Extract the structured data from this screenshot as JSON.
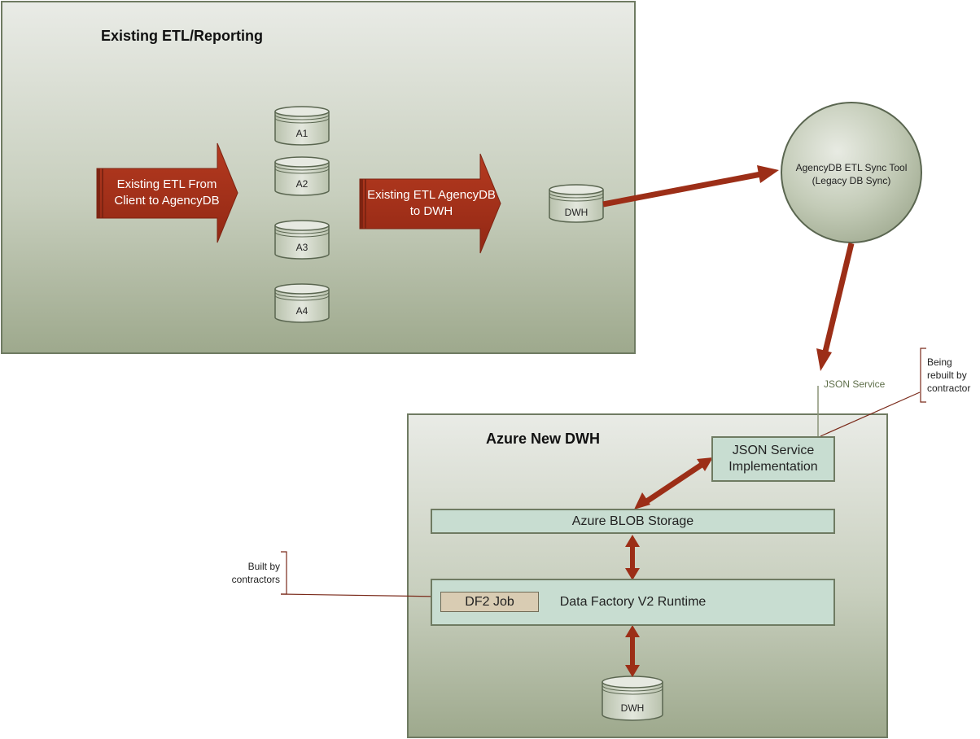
{
  "existing_panel": {
    "title": "Existing ETL/Reporting"
  },
  "azure_panel": {
    "title": "Azure New DWH"
  },
  "arrows": {
    "etl_client": "Existing ETL From Client to AgencyDB",
    "etl_dwh": "Existing ETL AgencyDB to DWH"
  },
  "databases": {
    "a1": "A1",
    "a2": "A2",
    "a3": "A3",
    "a4": "A4",
    "dwh_legacy": "DWH",
    "dwh_azure": "DWH"
  },
  "sync_tool": {
    "label": "AgencyDB ETL Sync Tool (Legacy DB Sync)"
  },
  "json_service": {
    "interface_label": "JSON Service",
    "implementation": "JSON Service Implementation"
  },
  "blob_storage": "Azure BLOB Storage",
  "data_factory": {
    "runtime": "Data Factory V2 Runtime",
    "job": "DF2 Job"
  },
  "notes": {
    "rebuilt": "Being rebuilt by contractor",
    "built": "Built by contractors"
  },
  "colors": {
    "arrow": "#a63019",
    "panel_border": "#6f7b62",
    "box_fill": "#c8ddd1",
    "job_fill": "#d9ccb3",
    "circle_fill": "#c0c9b6"
  }
}
